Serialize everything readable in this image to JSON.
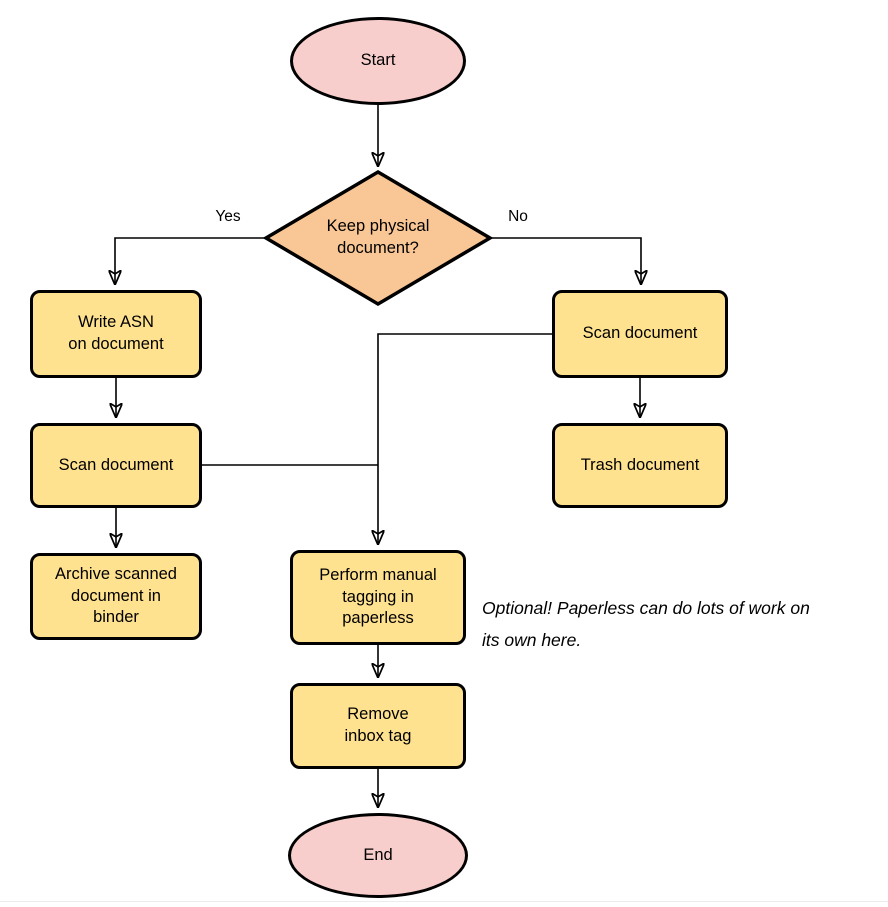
{
  "diagram": {
    "nodes": {
      "start": {
        "type": "terminator",
        "label": "Start"
      },
      "decision": {
        "type": "decision",
        "label": "Keep physical\ndocument?"
      },
      "write_asn": {
        "type": "process",
        "label": "Write ASN\non document"
      },
      "scan_left": {
        "type": "process",
        "label": "Scan document"
      },
      "archive": {
        "type": "process",
        "label": "Archive scanned\ndocument in\nbinder"
      },
      "scan_right": {
        "type": "process",
        "label": "Scan document"
      },
      "trash": {
        "type": "process",
        "label": "Trash document"
      },
      "tagging": {
        "type": "process",
        "label": "Perform manual\ntagging in\npaperless"
      },
      "remove_inbox": {
        "type": "process",
        "label": "Remove\ninbox tag"
      },
      "end": {
        "type": "terminator",
        "label": "End"
      }
    },
    "edge_labels": {
      "yes": "Yes",
      "no": "No"
    },
    "annotation": "Optional! Paperless can do lots of work on\nits own here.",
    "colors": {
      "terminator_fill": "#f8cecc",
      "decision_fill": "#f9c795",
      "process_fill": "#ffe28f",
      "stroke": "#000000"
    }
  }
}
